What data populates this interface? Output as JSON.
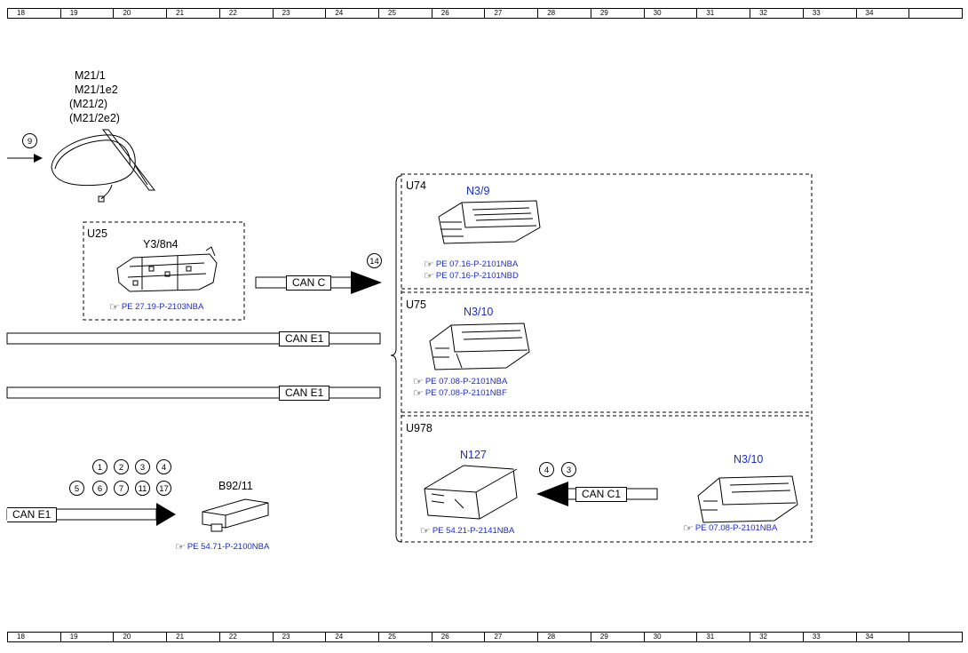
{
  "ruler": [
    "18",
    "19",
    "20",
    "21",
    "22",
    "23",
    "24",
    "25",
    "26",
    "27",
    "28",
    "29",
    "30",
    "31",
    "32",
    "33",
    "34",
    ""
  ],
  "mirror": {
    "labels": [
      "M21/1",
      "M21/1e2",
      "(M21/2)",
      "(M21/2e2)"
    ],
    "connector": "9"
  },
  "u25": {
    "group": "U25",
    "component": "Y3/8n4",
    "ref": "PE 27.19-P-2103NBA"
  },
  "can_c": {
    "label": "CAN C",
    "connector": "14"
  },
  "can_e1_lines": [
    "CAN E1",
    "CAN E1"
  ],
  "u74": {
    "group": "U74",
    "component": "N3/9",
    "refs": [
      "PE 07.16-P-2101NBA",
      "PE 07.16-P-2101NBD"
    ]
  },
  "u75": {
    "group": "U75",
    "component": "N3/10",
    "refs": [
      "PE 07.08-P-2101NBA",
      "PE 07.08-P-2101NBF"
    ]
  },
  "u978": {
    "group": "U978",
    "component_left": "N127",
    "ref_left": "PE 54.21-P-2141NBA",
    "component_right": "N3/10",
    "ref_right": "PE 07.08-P-2101NBA",
    "can_c1": "CAN C1",
    "connectors": [
      "4",
      "3"
    ]
  },
  "b92": {
    "component": "B92/11",
    "ref": "PE 54.71-P-2100NBA",
    "can_label": "CAN E1",
    "connectors_row1": [
      "1",
      "2",
      "3",
      "4"
    ],
    "connectors_row2": [
      "5",
      "6",
      "7",
      "11",
      "17"
    ]
  },
  "colors": {
    "ref_blue": "#1a2bd6",
    "line": "#000000"
  }
}
